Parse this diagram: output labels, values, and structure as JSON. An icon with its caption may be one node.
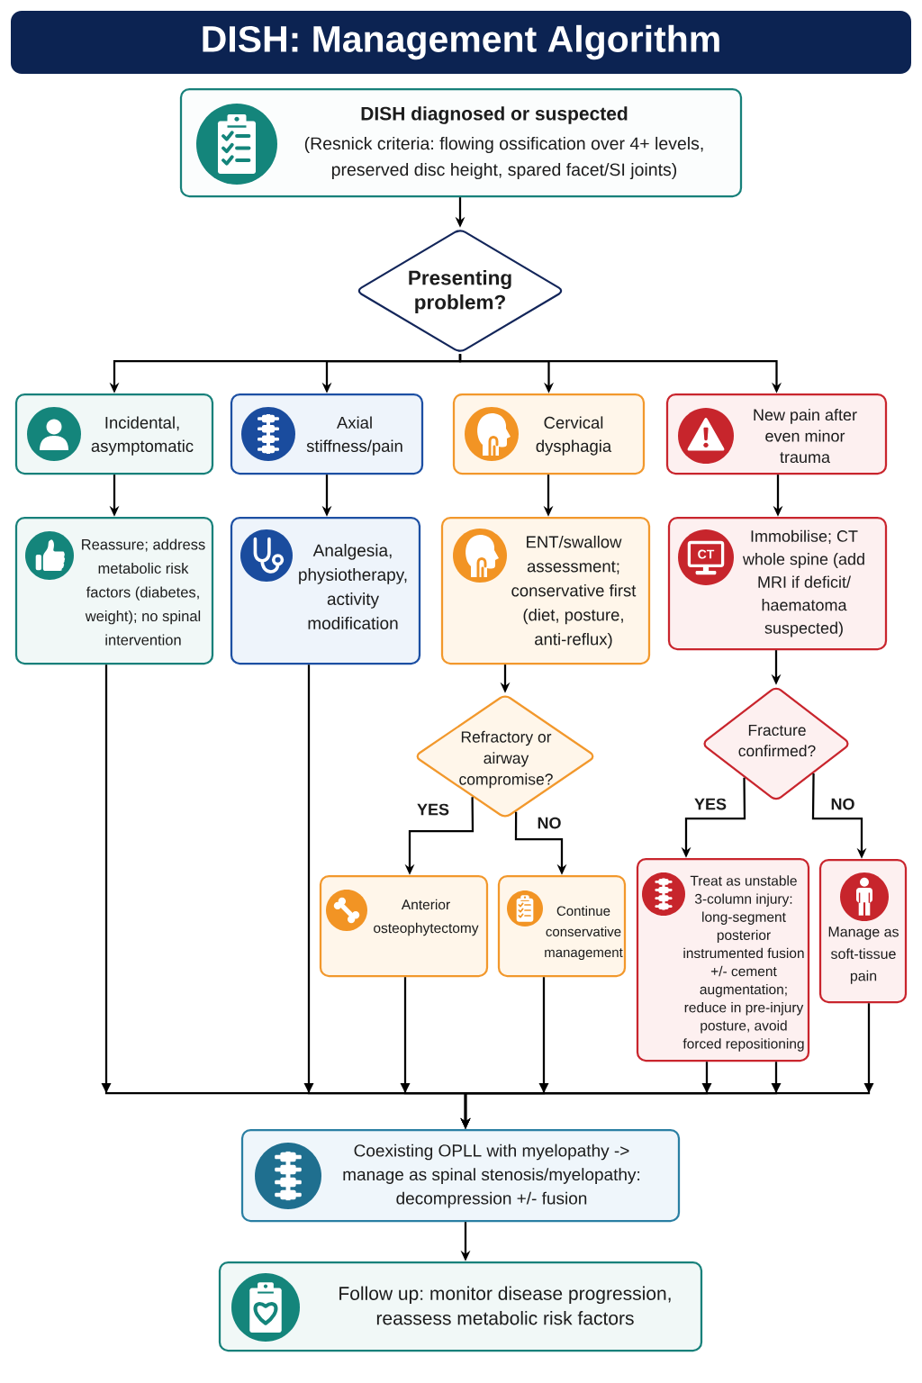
{
  "diagram": {
    "title": "DISH: Management Algorithm",
    "nodes": [
      {
        "text": [
          "DISH diagnosed or suspected",
          "(Resnick criteria: flowing ossification over 4+ levels, preserved disc height, spared facet/SI joints)"
        ]
      },
      {
        "text": [
          "Presenting problem?"
        ]
      },
      {
        "text": [
          "Incidental, asymptomatic"
        ]
      },
      {
        "text": [
          "Axial stiffness/pain"
        ]
      },
      {
        "text": [
          "Cervical dysphagia"
        ]
      },
      {
        "text": [
          "New pain after even minor trauma"
        ]
      },
      {
        "text": [
          "Reassure; address metabolic risk factors (diabetes, weight); no spinal intervention"
        ]
      },
      {
        "text": [
          "Analgesia, physiotherapy, activity modification"
        ]
      },
      {
        "text": [
          "ENT/swallow assessment; conservative first (diet, posture, anti-reflux)"
        ]
      },
      {
        "text": [
          "Immobilise; CT whole spine (add MRI if deficit/ haematoma suspected)"
        ]
      },
      {
        "text": [
          "Refractory or airway compromise?"
        ]
      },
      {
        "text": [
          "Fracture confirmed?"
        ]
      },
      {
        "text": [
          "Anterior osteophytectomy"
        ]
      },
      {
        "text": [
          "Continue conservative management"
        ]
      },
      {
        "text": [
          "Treat as unstable 3-column injury: long-segment posterior instrumented fusion +/- cement augmentation; reduce in pre-injury posture, avoid forced repositioning"
        ]
      },
      {
        "text": [
          "Manage as soft-tissue pain"
        ]
      },
      {
        "text": [
          "Coexisting OPLL with myelopathy -> manage as spinal stenosis/myelopathy: decompression +/- fusion"
        ]
      },
      {
        "text": [
          "Follow up: monitor disease progression, reassess metabolic risk factors"
        ]
      }
    ],
    "edges": [
      {
        "from": 0,
        "to": 1,
        "arrow": "to"
      },
      {
        "from": 1,
        "to": 2,
        "arrow": "to"
      },
      {
        "from": 1,
        "to": 3,
        "arrow": "to"
      },
      {
        "from": 1,
        "to": 4,
        "arrow": "to"
      },
      {
        "from": 1,
        "to": 5,
        "arrow": "to"
      },
      {
        "from": 2,
        "to": 6,
        "arrow": "to"
      },
      {
        "from": 3,
        "to": 7,
        "arrow": "to"
      },
      {
        "from": 4,
        "to": 8,
        "arrow": "to"
      },
      {
        "from": 5,
        "to": 9,
        "arrow": "to"
      },
      {
        "from": 8,
        "to": 10,
        "arrow": "to"
      },
      {
        "from": 9,
        "to": 11,
        "arrow": "to"
      },
      {
        "from": 10,
        "to": 12,
        "label": "YES",
        "arrow": "to"
      },
      {
        "from": 10,
        "to": 13,
        "label": "NO",
        "arrow": "to"
      },
      {
        "from": 11,
        "to": 14,
        "label": "YES",
        "arrow": "to"
      },
      {
        "from": 11,
        "to": 15,
        "label": "NO",
        "arrow": "to"
      },
      {
        "from": 6,
        "to": 16,
        "arrow": "to"
      },
      {
        "from": 7,
        "to": 16,
        "arrow": "to"
      },
      {
        "from": 12,
        "to": 16,
        "arrow": "to"
      },
      {
        "from": 13,
        "to": 16,
        "arrow": "to"
      },
      {
        "from": 14,
        "to": 16,
        "arrow": "to"
      },
      {
        "from": 14,
        "to": 16,
        "arrow": "to"
      },
      {
        "from": 15,
        "to": 16,
        "arrow": "to"
      },
      {
        "from": 16,
        "to": 17,
        "arrow": "to"
      }
    ],
    "labels": [
      "CT"
    ]
  }
}
